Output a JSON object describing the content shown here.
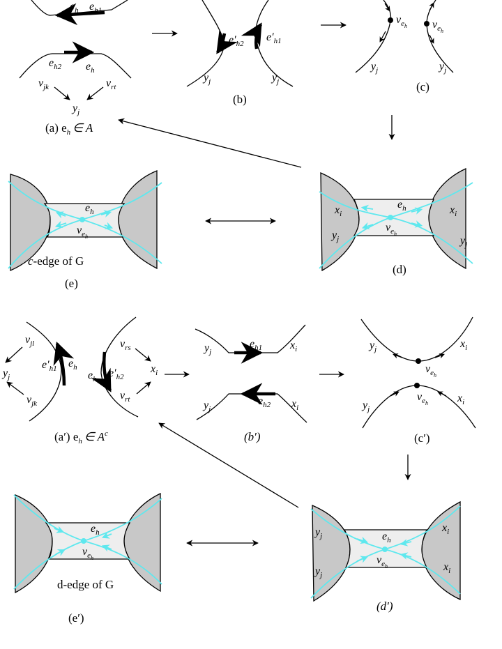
{
  "captions": {
    "a": "(a) e",
    "a_tail": "∈ A",
    "b": "(b)",
    "c": "(c)",
    "d": "(d)",
    "e_label": "c-edge of G",
    "e": "(e)",
    "a2": "(a′) e",
    "a2_tail": "∈ A",
    "a2_sup": "c",
    "b2": "(b′)",
    "c2": "(c′)",
    "d2": "(d′)",
    "e2_label": "d-edge of G",
    "e2": "(e′)"
  },
  "symbols": {
    "e": "e",
    "eprime": "e′",
    "v": "v",
    "x": "x",
    "y": "y",
    "h": "h",
    "h1": "h1",
    "h2": "h2",
    "i": "i",
    "j": "j",
    "jk": "jk",
    "rt": "rt",
    "jl": "jl",
    "rs": "rs",
    "c_italic": "c"
  },
  "colors": {
    "gray_region": "#c8c8c8",
    "light_band": "#eeeeee",
    "cyan": "#5ee8ee"
  }
}
